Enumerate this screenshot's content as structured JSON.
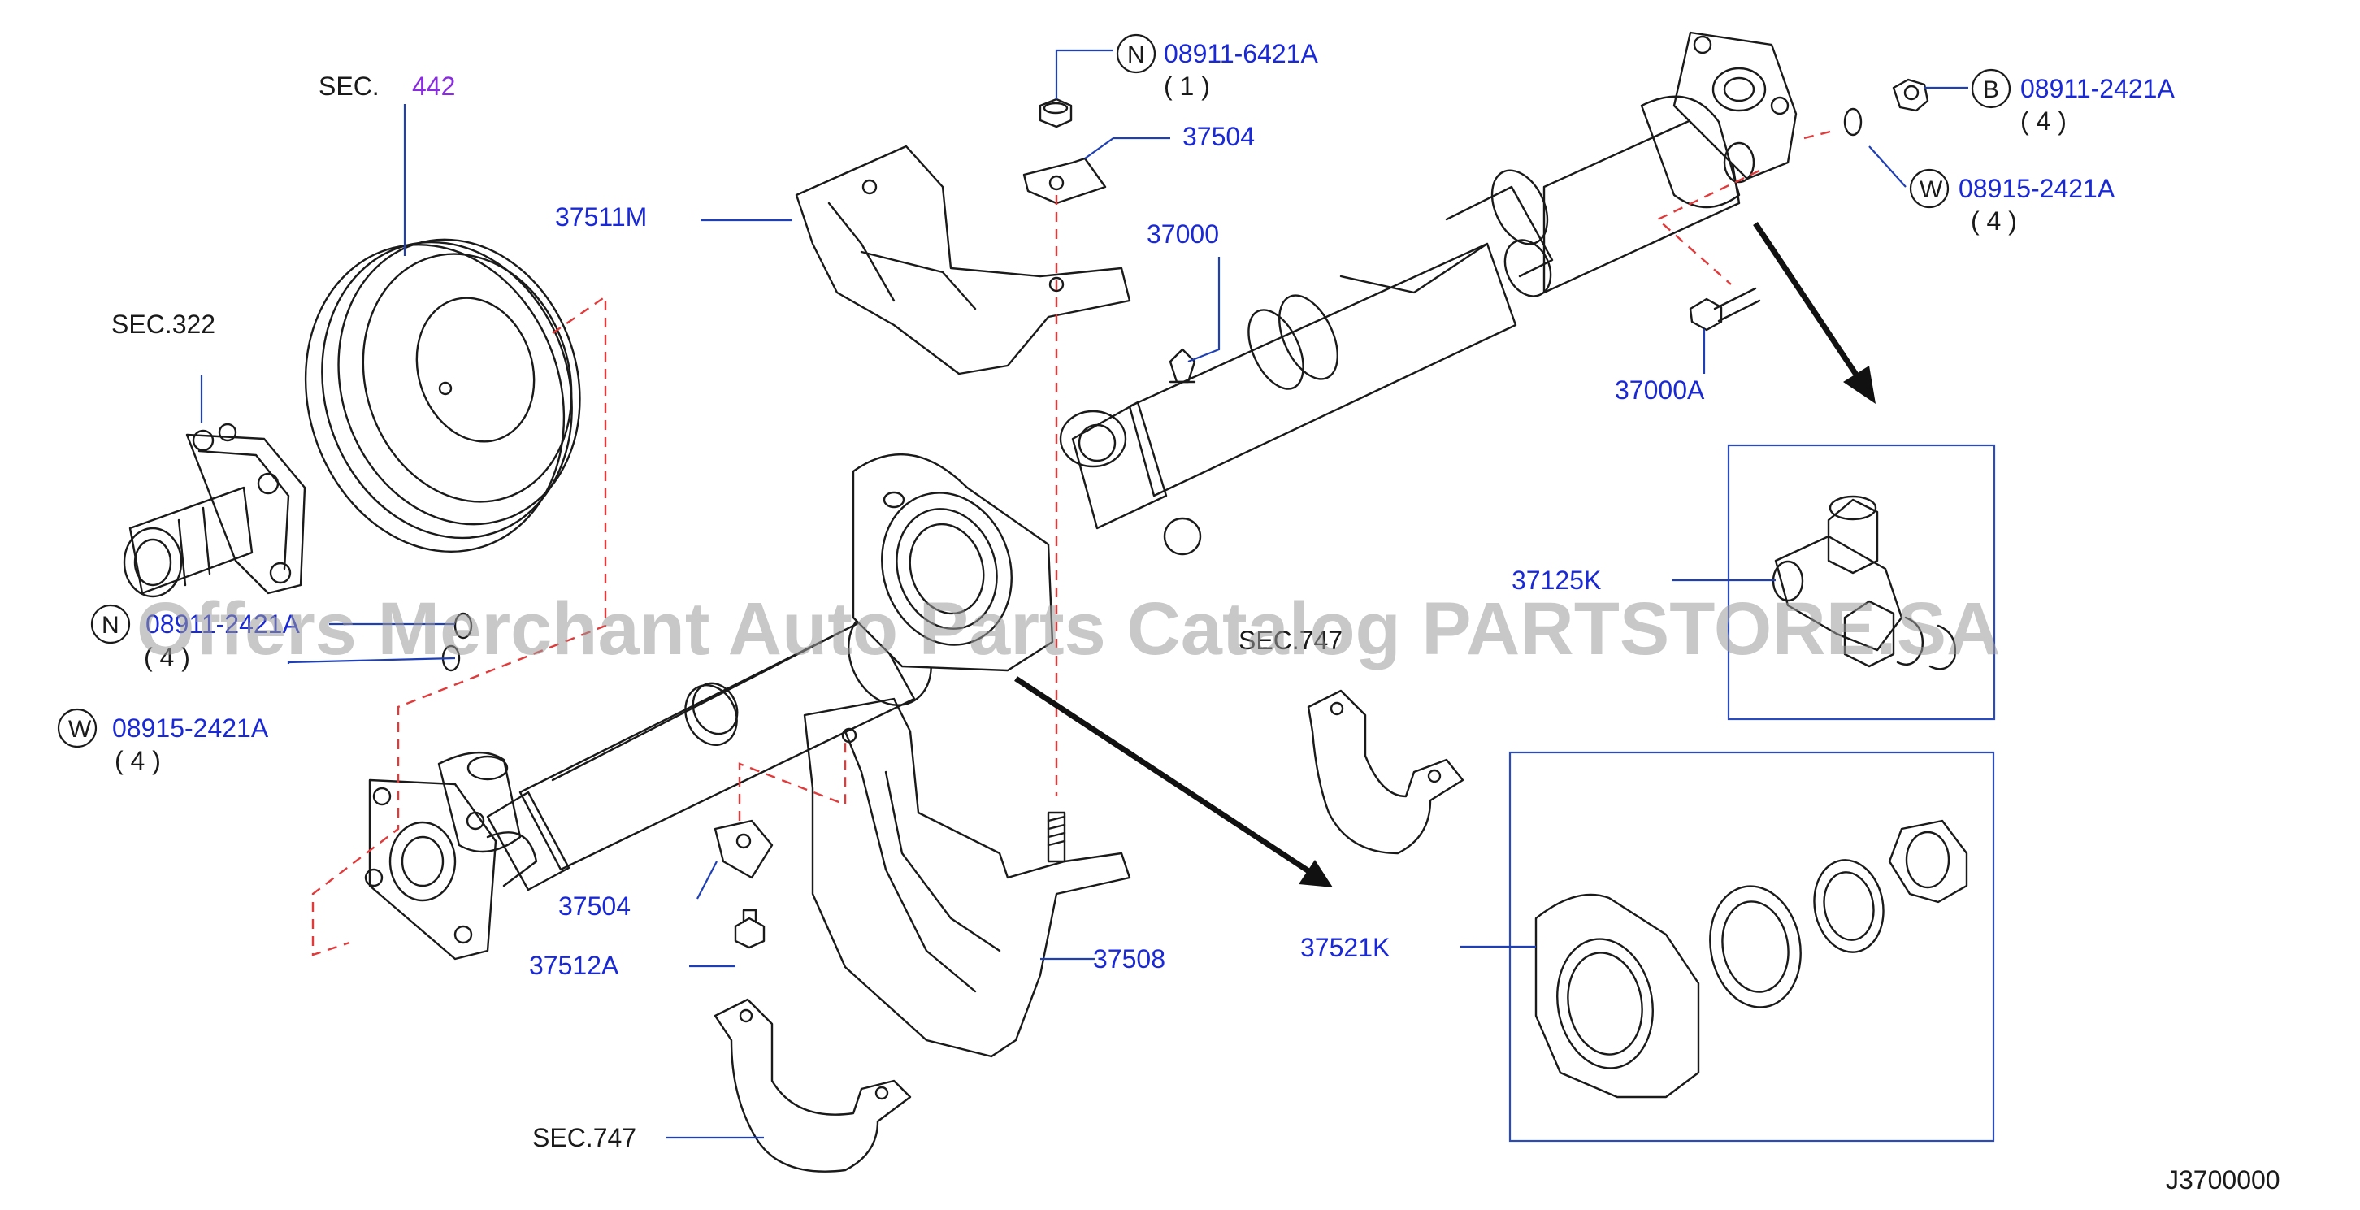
{
  "watermark": "Offers Merchant Auto Parts Catalog PARTSTORE.SA",
  "diagram_code": "J3700000",
  "sections": {
    "sec_442_prefix": "SEC.",
    "sec_442_number": "442",
    "sec_322": "SEC.322",
    "sec_747_lower": "SEC.747",
    "sec_747_upper": "SEC.747"
  },
  "parts": {
    "p37511M": "37511M",
    "p37504_top": "37504",
    "p37000": "37000",
    "p37000A": "37000A",
    "p37125K": "37125K",
    "p37504_bottom": "37504",
    "p37512A": "37512A",
    "p37508": "37508",
    "p37521K": "37521K"
  },
  "fasteners": {
    "top_nut": {
      "symbol": "N",
      "number": "08911-6421A",
      "qty": "( 1 )"
    },
    "right_bolt": {
      "symbol": "B",
      "number": "08911-2421A",
      "qty": "( 4 )"
    },
    "right_washer": {
      "symbol": "W",
      "number": "08915-2421A",
      "qty": "( 4 )"
    },
    "left_nut": {
      "symbol": "N",
      "number": "08911-2421A",
      "qty": "( 4 )"
    },
    "left_washer": {
      "symbol": "W",
      "number": "08915-2421A",
      "qty": "( 4 )"
    }
  },
  "colors": {
    "callout": "#1a29d6",
    "leader": "#1f3fb5",
    "assembly_dash": "#e23a3a",
    "section_ref": "#8a2be2"
  }
}
